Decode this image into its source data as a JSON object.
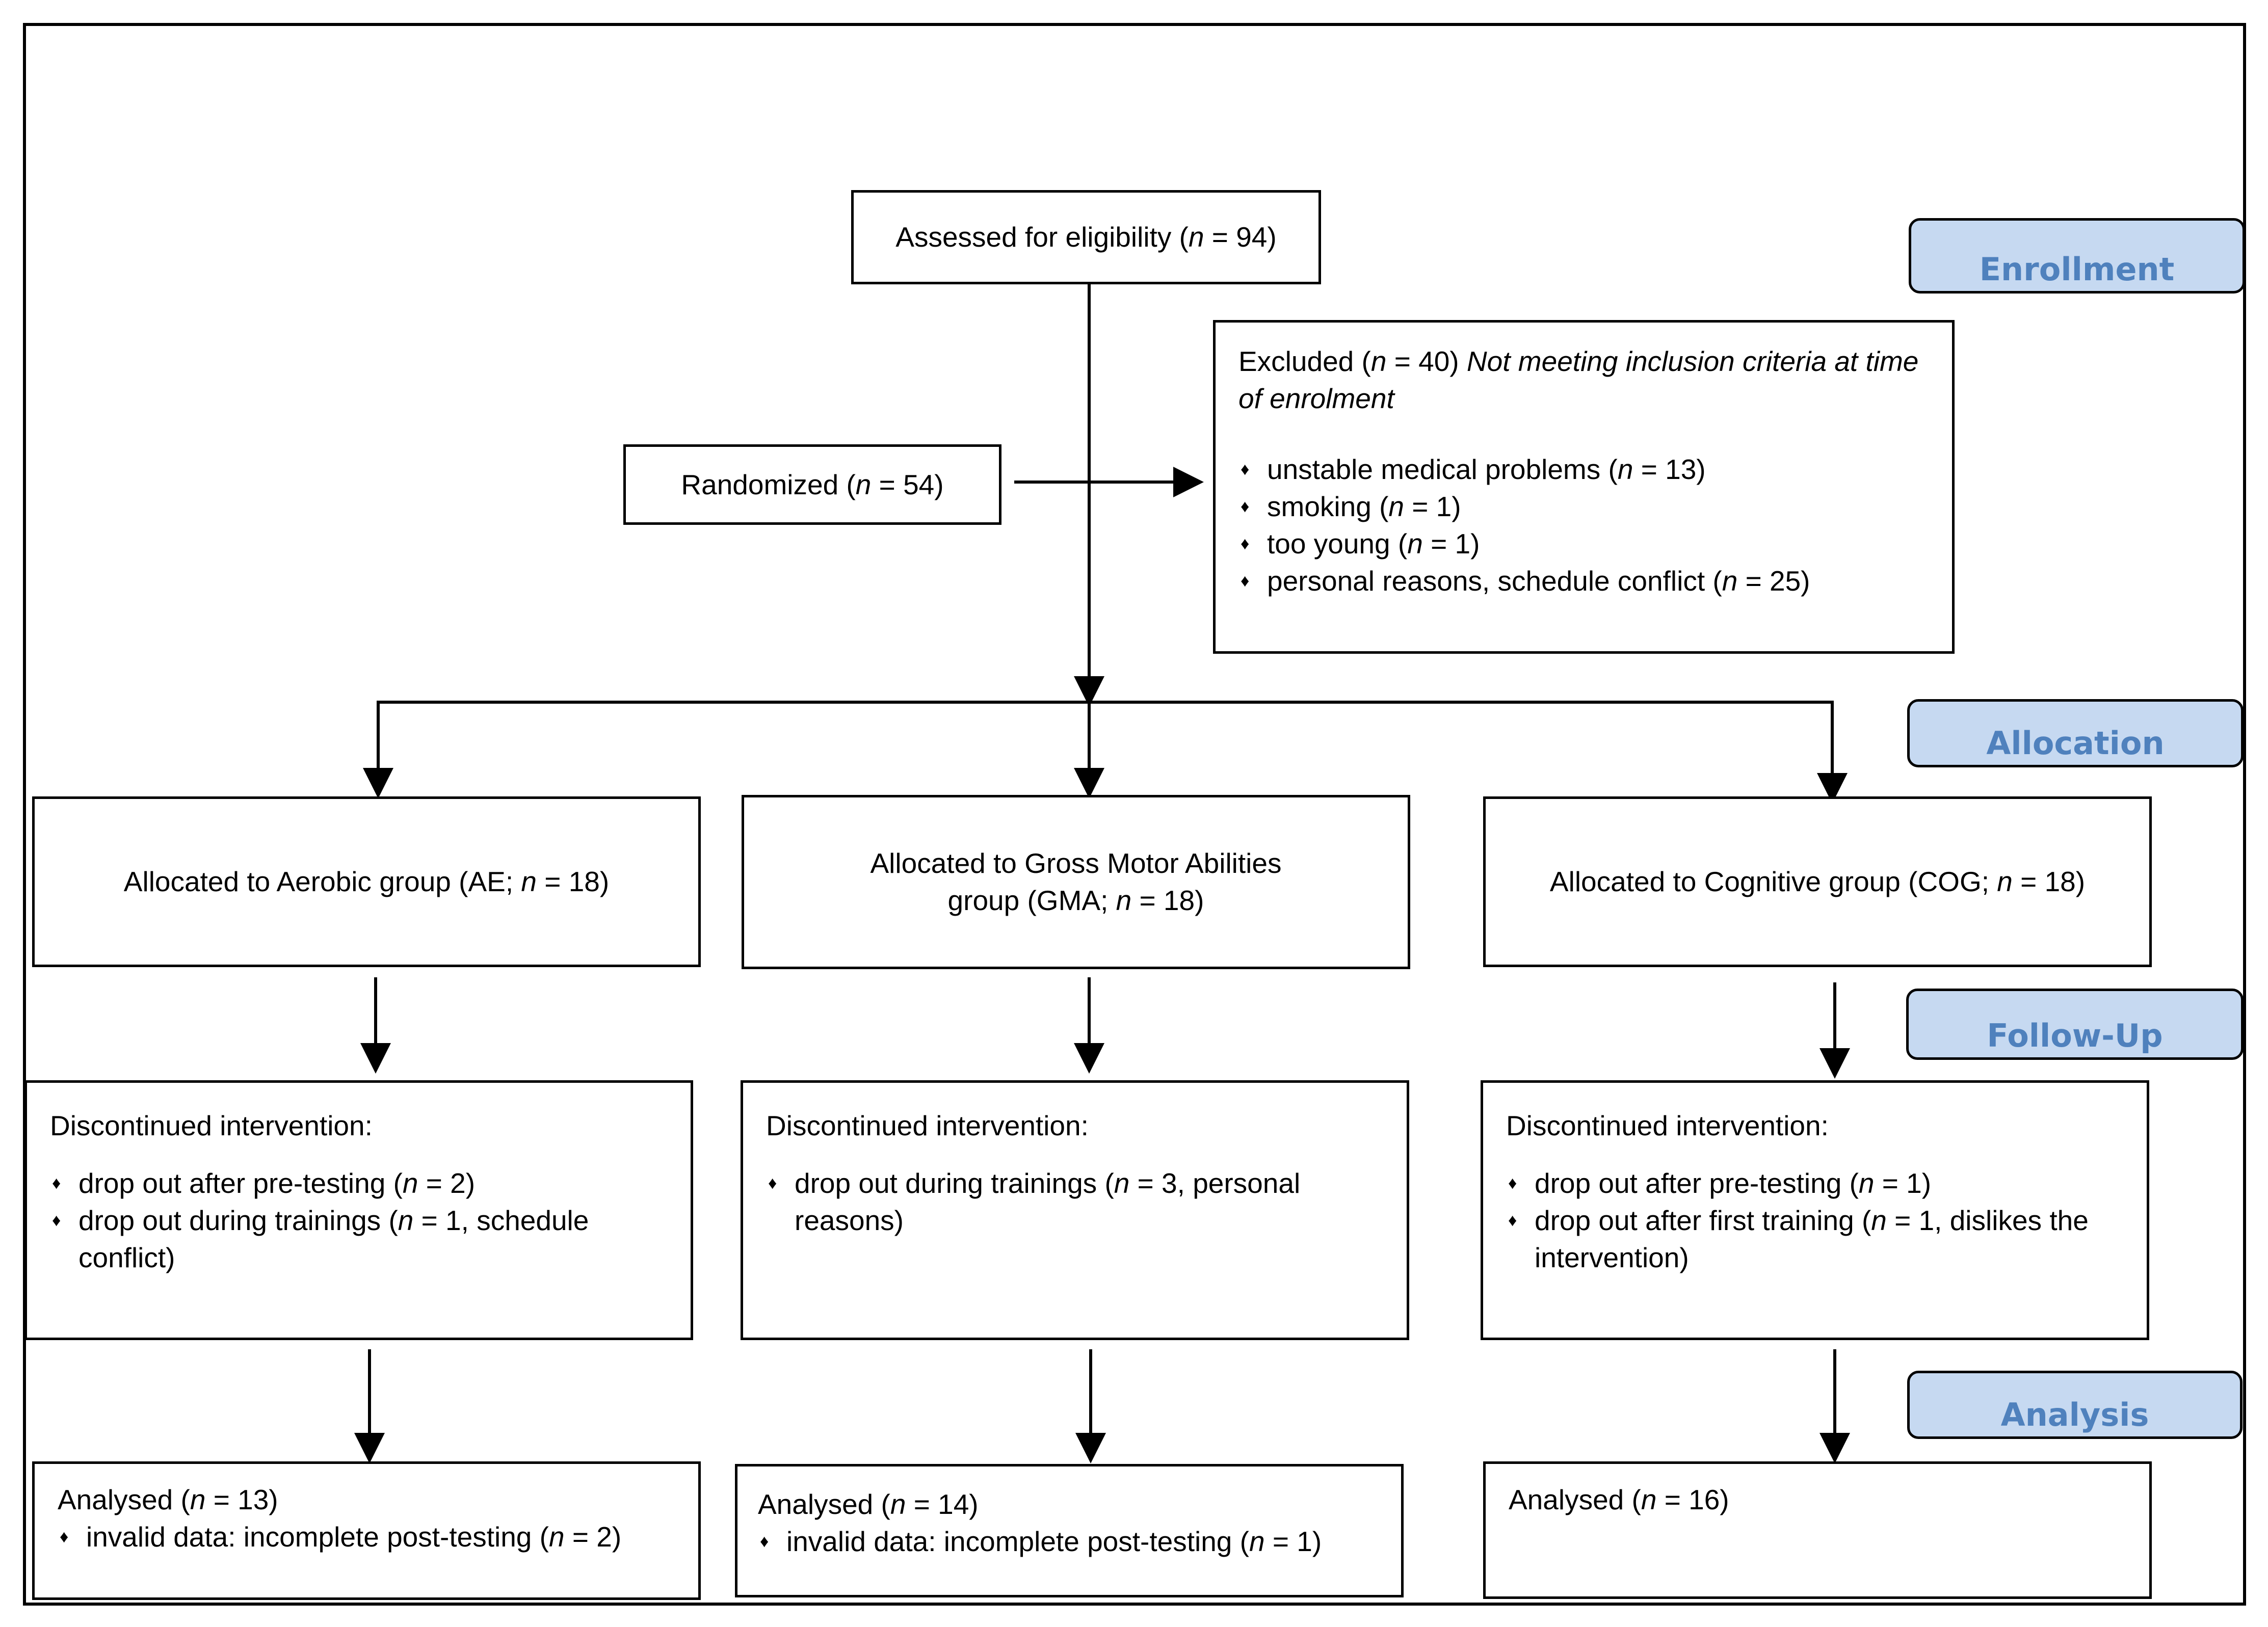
{
  "stages": {
    "enrollment": "Enrollment",
    "allocation": "Allocation",
    "follow_up": "Follow-Up",
    "analysis": "Analysis"
  },
  "assessed": {
    "prefix": "Assessed for eligibility (",
    "n": "n",
    "suffix": " = 94)"
  },
  "randomized": {
    "prefix": "Randomized (",
    "n": "n",
    "suffix": " = 54)"
  },
  "excluded": {
    "prefix": "Excluded  (",
    "n": "n",
    "suffix": " = 40) ",
    "note": "Not meeting inclusion criteria at time of enrolment",
    "items": [
      {
        "prefix": "unstable medical problems (",
        "n": "n",
        "suffix": " = 13)"
      },
      {
        "prefix": "smoking (",
        "n": "n",
        "suffix": " = 1)"
      },
      {
        "prefix": "too young (",
        "n": "n",
        "suffix": " = 1)"
      },
      {
        "prefix": "personal reasons, schedule conflict (",
        "n": "n",
        "suffix": " = 25)"
      }
    ]
  },
  "allocated": [
    {
      "prefix": "Allocated to Aerobic group (AE; ",
      "n": "n",
      "suffix": " = 18)"
    },
    {
      "prefix": "Allocated to Gross Motor Abilities group (GMA; ",
      "n": "n",
      "suffix": " = 18)"
    },
    {
      "prefix": "Allocated to Cognitive group (COG; ",
      "n": "n",
      "suffix": " = 18)"
    }
  ],
  "discontinued": [
    {
      "title": "Discontinued intervention:",
      "items": [
        {
          "prefix": "drop out after pre-testing (",
          "n": "n",
          "suffix": " = 2)"
        },
        {
          "prefix": "drop out during trainings (",
          "n": "n",
          "suffix": " = 1, schedule conflict)"
        }
      ]
    },
    {
      "title": "Discontinued intervention:",
      "items": [
        {
          "prefix": "drop out during trainings (",
          "n": "n",
          "suffix": " = 3, personal reasons)"
        }
      ]
    },
    {
      "title": "Discontinued intervention:",
      "items": [
        {
          "prefix": "drop out after pre-testing (",
          "n": "n",
          "suffix": " = 1)"
        },
        {
          "prefix": "drop out after first training (",
          "n": "n",
          "suffix": " = 1, dislikes the intervention)"
        }
      ]
    }
  ],
  "analysed": [
    {
      "prefix": "Analysed  (",
      "n": "n",
      "suffix": " = 13)",
      "items": [
        {
          "prefix": "invalid data: incomplete post-testing (",
          "n": "n",
          "suffix": " = 2)"
        }
      ]
    },
    {
      "prefix": "Analysed (",
      "n": "n",
      "suffix": " = 14)",
      "items": [
        {
          "prefix": "invalid data: incomplete post-testing (",
          "n": "n",
          "suffix": " = 1)"
        }
      ]
    },
    {
      "prefix": "Analysed (",
      "n": "n",
      "suffix": " = 16)",
      "items": []
    }
  ]
}
